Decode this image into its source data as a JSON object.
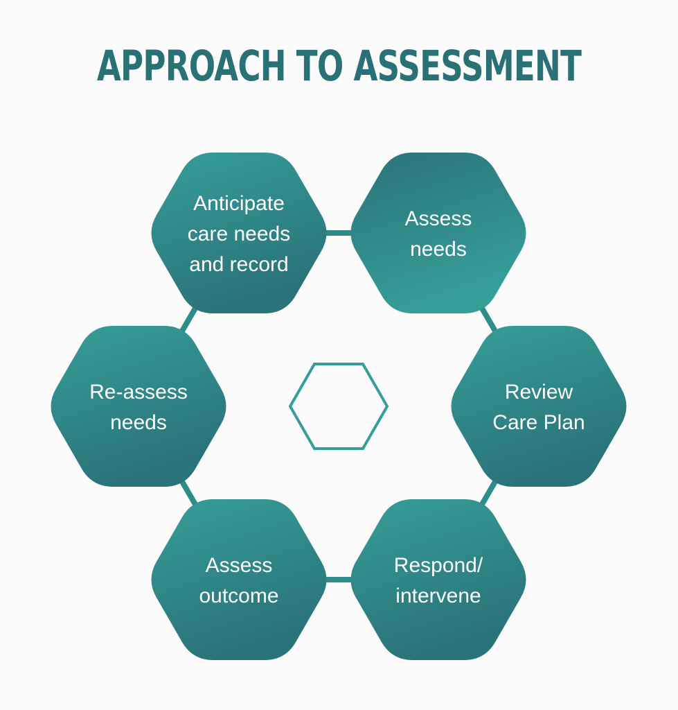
{
  "title": "APPROACH TO ASSESSMENT",
  "colors": {
    "hex_light": "#369e99",
    "hex_dark": "#2a7378",
    "title": "#2a7175",
    "connector": "#2e8d8b",
    "background": "#fbfbfb"
  },
  "steps": [
    {
      "id": "anticipate",
      "lines": [
        "Anticipate",
        "care needs",
        "and record"
      ]
    },
    {
      "id": "assess-needs",
      "lines": [
        "Assess",
        "needs"
      ]
    },
    {
      "id": "review-care-plan",
      "lines": [
        "Review",
        "Care Plan"
      ]
    },
    {
      "id": "respond-intervene",
      "lines": [
        "Respond/",
        "intervene"
      ]
    },
    {
      "id": "assess-outcome",
      "lines": [
        "Assess",
        "outcome"
      ]
    },
    {
      "id": "reassess-needs",
      "lines": [
        "Re-assess",
        "needs"
      ]
    }
  ]
}
